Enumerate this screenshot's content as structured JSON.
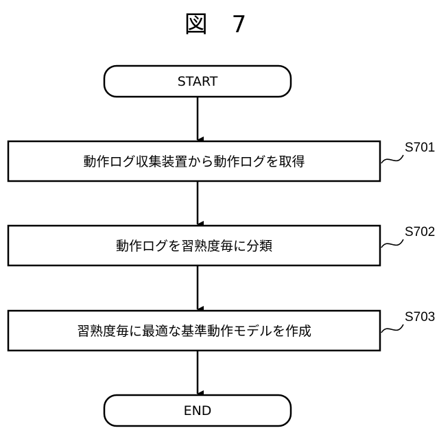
{
  "figure": {
    "title": "図 7"
  },
  "flowchart": {
    "start": {
      "label": "START"
    },
    "steps": [
      {
        "id": "S701",
        "text": "動作ログ収集装置から動作ログを取得"
      },
      {
        "id": "S702",
        "text": "動作ログを習熟度毎に分類"
      },
      {
        "id": "S703",
        "text": "習熟度毎に最適な基準動作モデルを作成"
      }
    ],
    "end": {
      "label": "END"
    }
  }
}
